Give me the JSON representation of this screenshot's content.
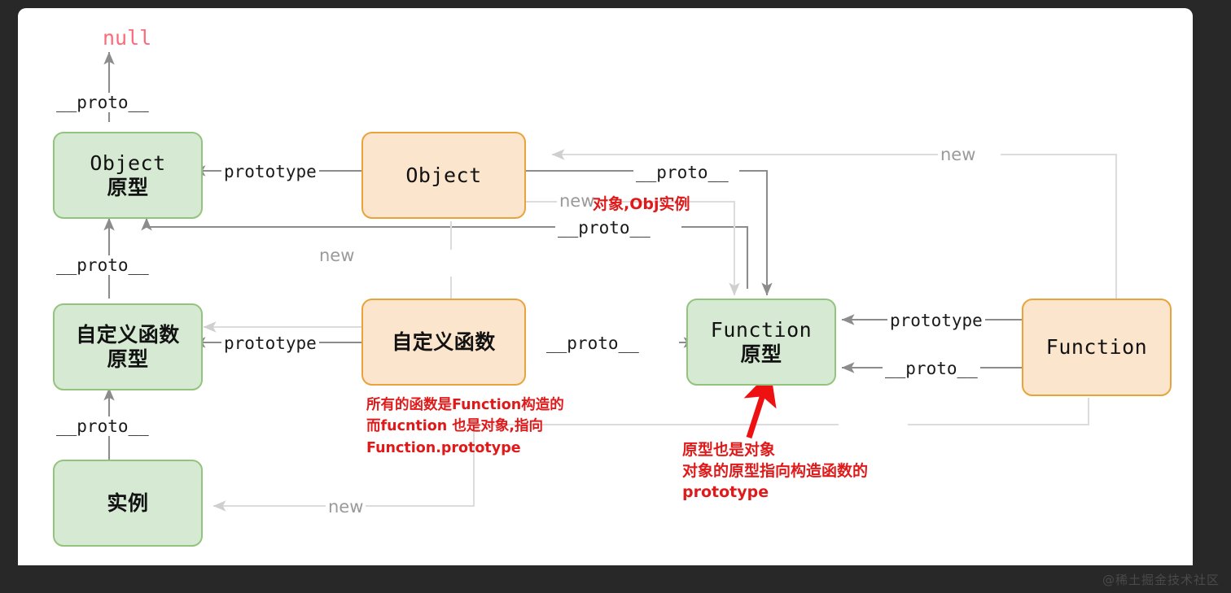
{
  "diagram": {
    "title": "JavaScript prototype chain diagram",
    "null_label": "null",
    "colors": {
      "green_fill": "#d6ead3",
      "green_border": "#93c47d",
      "orange_fill": "#fce5cd",
      "orange_border": "#e8a33d",
      "annotation_red": "#e01a1a",
      "null_red": "#fb6b7a",
      "line_gray": "#8c8c8c",
      "line_faint": "#d0d0d0",
      "canvas": "#ffffff",
      "page_background": "#282828"
    },
    "nodes": [
      {
        "id": "object-proto",
        "line1": "Object",
        "line2": "原型",
        "style": "green"
      },
      {
        "id": "object-ctor",
        "line1": "Object",
        "line2": "",
        "style": "orange"
      },
      {
        "id": "custom-proto",
        "line1": "自定义函数",
        "line2": "原型",
        "style": "green"
      },
      {
        "id": "custom-ctor",
        "line1": "自定义函数",
        "line2": "",
        "style": "orange"
      },
      {
        "id": "instance",
        "line1": "实例",
        "line2": "",
        "style": "green"
      },
      {
        "id": "function-proto",
        "line1": "Function",
        "line2": "原型",
        "style": "green"
      },
      {
        "id": "function-ctor",
        "line1": "Function",
        "line2": "",
        "style": "orange"
      }
    ],
    "edge_labels": [
      {
        "id": "proto-null",
        "text": "__proto__",
        "faint": false
      },
      {
        "id": "proto-objproto-up",
        "text": "__proto__",
        "faint": false
      },
      {
        "id": "proto-customproto-up",
        "text": "__proto__",
        "faint": false
      },
      {
        "id": "proto-instance-up",
        "text": "__proto__",
        "faint": false
      },
      {
        "id": "prototype-object",
        "text": "prototype",
        "faint": false
      },
      {
        "id": "prototype-custom",
        "text": "prototype",
        "faint": false
      },
      {
        "id": "prototype-function",
        "text": "prototype",
        "faint": false
      },
      {
        "id": "proto-object-right",
        "text": "__proto__",
        "faint": false
      },
      {
        "id": "proto-mid",
        "text": "__proto__",
        "faint": false
      },
      {
        "id": "proto-custom-right",
        "text": "__proto__",
        "faint": false
      },
      {
        "id": "proto-function-right",
        "text": "__proto__",
        "faint": false
      },
      {
        "id": "new-top-right",
        "text": "new",
        "faint": true
      },
      {
        "id": "new-object-down",
        "text": "new",
        "faint": true
      },
      {
        "id": "new-custom-left",
        "text": "new",
        "faint": true
      },
      {
        "id": "new-instance",
        "text": "new",
        "faint": true
      }
    ],
    "annotations": [
      {
        "id": "obj-instance-note",
        "text": "对象,Obj实例",
        "lines": [
          "对象,Obj实例"
        ]
      },
      {
        "id": "function-ctor-note",
        "text": "所有的函数是Function构造的\n而fucntion 也是对象,指向\nFunction.prototype",
        "lines": [
          "所有的函数是Function构造的",
          "而fucntion 也是对象,指向",
          "Function.prototype"
        ]
      },
      {
        "id": "prototype-is-object-note",
        "text": "原型也是对象\n对象的原型指向构造函数的\nprototype",
        "lines": [
          "原型也是对象",
          "对象的原型指向构造函数的",
          "prototype"
        ]
      }
    ],
    "watermark": "@稀土掘金技术社区"
  }
}
